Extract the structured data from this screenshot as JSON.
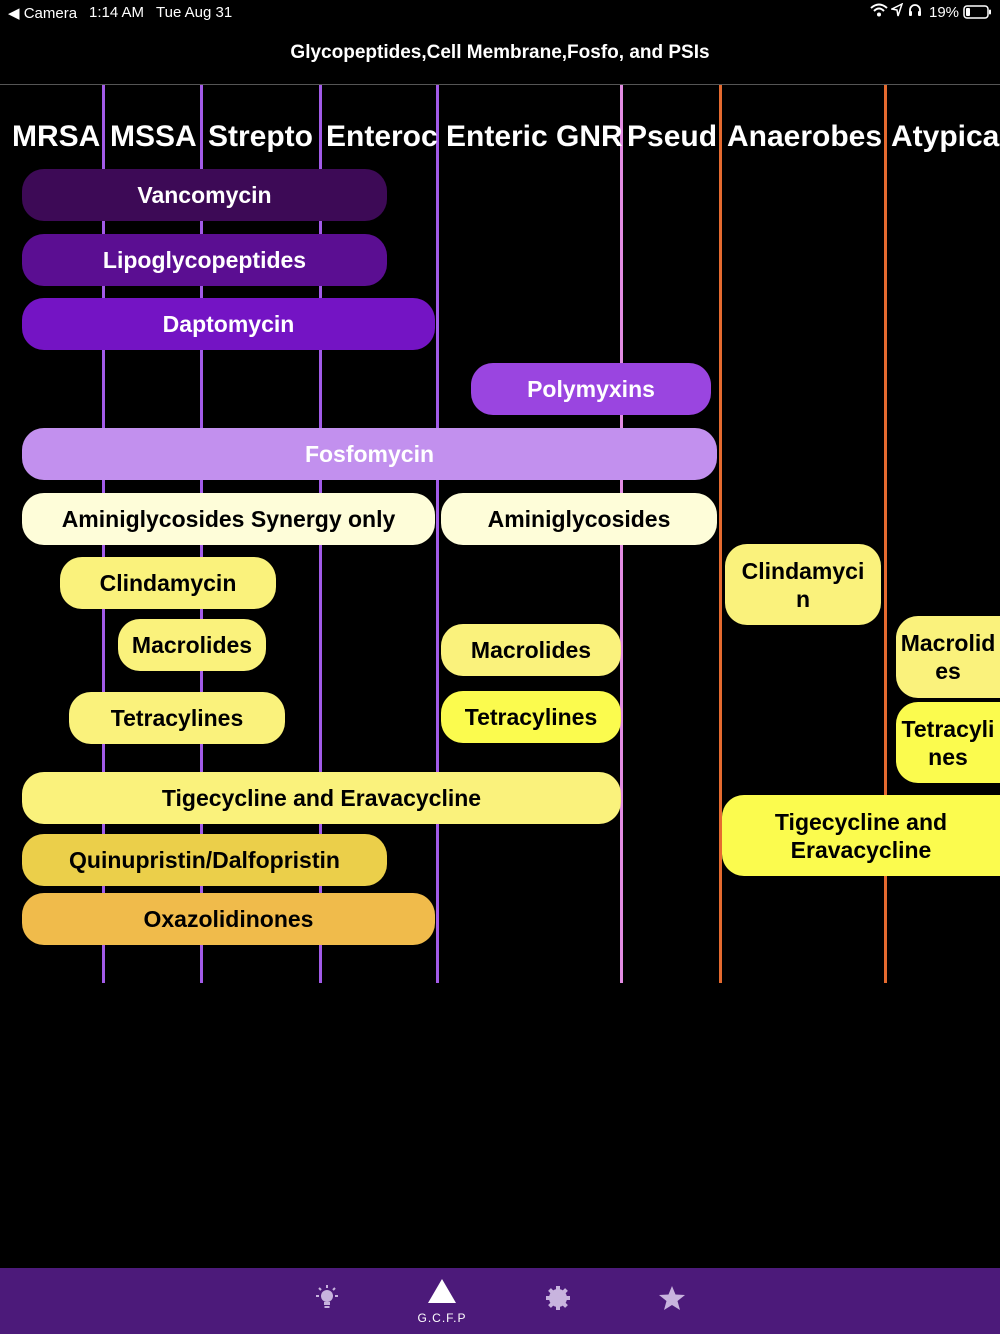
{
  "status_bar": {
    "back_app": "Camera",
    "time": "1:14 AM",
    "date": "Tue Aug 31",
    "battery": "19%"
  },
  "nav": {
    "title": "Glycopeptides,Cell Membrane,Fosfo, and PSIs"
  },
  "columns": [
    "MRSA",
    "MSSA",
    "Strepto",
    "Enteroc",
    "Enteric GNR",
    "Pseud",
    "Anaerobes",
    "Atypicals"
  ],
  "drugs": {
    "vancomycin": "Vancomycin",
    "lipoglycopeptides": "Lipoglycopeptides",
    "daptomycin": "Daptomycin",
    "polymyxins": "Polymyxins",
    "fosfomycin": "Fosfomycin",
    "aminoglycosides_synergy": "Aminiglycosides Synergy only",
    "aminoglycosides": "Aminiglycosides",
    "clindamycin_gp": "Clindamycin",
    "clindamycin_anaerobes": "Clindamyci n",
    "macrolides_gp": "Macrolides",
    "macrolides_gnr": "Macrolides",
    "macrolides_atypicals": "Macrolid es",
    "tetracyclines_gp": "Tetracylines",
    "tetracyclines_gnr": "Tetracylines",
    "tetracyclines_atypicals": "Tetracyli nes",
    "tigecycline_main": "Tigecycline and Eravacycline",
    "tigecycline_anaerobes": "Tigecycline and Eravacycline",
    "quinupristin": "Quinupristin/Dalfopristin",
    "oxazolidinones": "Oxazolidinones"
  },
  "colors": {
    "vancomycin": "#3d0a56",
    "lipoglycopeptides": "#5b0e92",
    "daptomycin": "#7414c4",
    "polymyxins": "#9a45e0",
    "fosfomycin": "#c290ee",
    "pale_yellow": "#fefdd9",
    "yellow": "#faf27c",
    "bright_yellow": "#fbfb4e",
    "quinupristin": "#ebcf4a",
    "oxazolidinones": "#f0bb4b",
    "purple_line": "#a25be8",
    "pink_line": "#e28ce2",
    "orange_line": "#e56a2f",
    "tabbar": "#4c1a7a"
  },
  "tabs": [
    {
      "icon": "lightbulb-icon",
      "label": ""
    },
    {
      "icon": "triangle-icon",
      "label": "G.C.F.P"
    },
    {
      "icon": "gear-icon",
      "label": ""
    },
    {
      "icon": "star-icon",
      "label": ""
    }
  ]
}
